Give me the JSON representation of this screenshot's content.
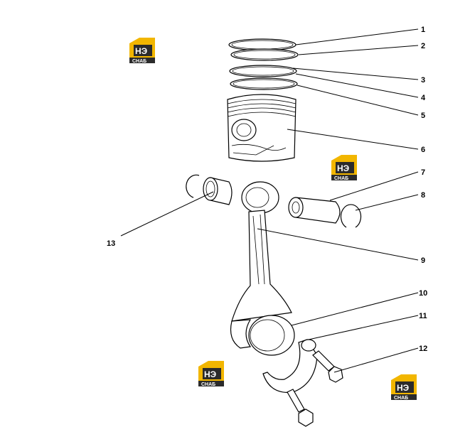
{
  "diagram": {
    "callouts": [
      "1",
      "2",
      "3",
      "4",
      "5",
      "6",
      "7",
      "8",
      "9",
      "10",
      "11",
      "12",
      "13"
    ]
  },
  "watermark": {
    "brand_letters": "НЭ",
    "brand_word": "СНАБ",
    "color": "#f2b600",
    "dark": "#2b2b2b"
  }
}
